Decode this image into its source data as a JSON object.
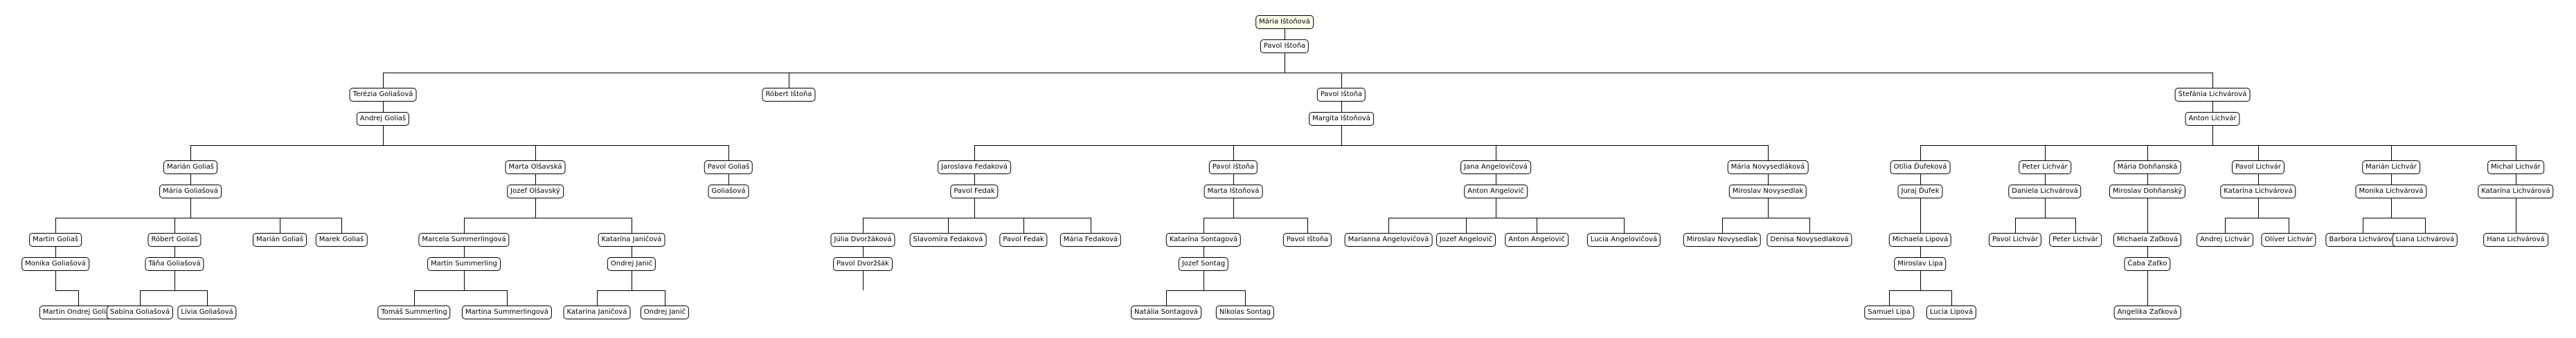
{
  "diagram": {
    "type": "family-tree",
    "colors": {
      "line": "#000000",
      "box_border": "#000000",
      "box_fill": "#ffffff",
      "root_fill": "#fffde8"
    },
    "persons": [
      "Mária Ištoňová",
      "Pavol Ištoňa",
      "Terézia Goliašová",
      "Andrej Goliaš",
      "Róbert Ištoňa",
      "Pavol Ištoňa",
      "Margita Ištoňová",
      "Štefánia Lichvárová",
      "Anton Lichvár",
      "Marián Goliaš",
      "Mária Goliašová",
      "Marta Olšavská",
      "Jozef Olšavský",
      "Pavol Goliaš",
      "Goliašová",
      "Jaroslava Fedaková",
      "Pavol Fedak",
      "Pavol Ištoňa",
      "Marta Ištoňová",
      "Jana Angelovičová",
      "Anton Angelovič",
      "Mária Novysedláková",
      "Miroslav Novysedlak",
      "Otília Ďufeková",
      "Juraj Ďufek",
      "Peter Lichvár",
      "Daniela Lichvárová",
      "Mária Dohňanská",
      "Miroslav Dohňanský",
      "Pavol Lichvár",
      "Katarína Lichvárová",
      "Marián Lichvár",
      "Monika Lichvárová",
      "Michal Lichvár",
      "Katarína Lichvárová",
      "Martin Goliaš",
      "Monika Goliašová",
      "Róbert Goliaš",
      "Táňa Goliašová",
      "Marián Goliaš",
      "Marek Goliaš",
      "Marcela Summerlingová",
      "Martin Summerling",
      "Katarína Janičová",
      "Ondrej Janič",
      "Júlia Dvoržáková",
      "Pavol Dvoržšák",
      "Slavomíra Fedaková",
      "Pavol Fedak",
      "Mária Fedaková",
      "Katarína Sontagová",
      "Jozef Sontag",
      "Pavol Ištoňa",
      "Marianna Angelovičová",
      "Jozef Angelovič",
      "Anton Angelovič",
      "Lucia Angelovičová",
      "Miroslav Novysedlak",
      "Denisa Novysedlaková",
      "Michaela Lipová",
      "Miroslav Lipa",
      "Pavol Lichvár",
      "Peter Lichvár",
      "Michaela Zaťková",
      "Čaba Zaťko",
      "Andrej Lichvár",
      "Oliver Lichvár",
      "Barbora Lichvárová",
      "Liana Lichvárová",
      "Hana Lichvárová",
      "Martin Ondrej Goliaš",
      "Sabína Goliašová",
      "Lívia Goliašová",
      "Tomáš Summerling",
      "Martina Summerlingová",
      "Katarína Janičová",
      "Ondrej Janič",
      "Natália Sontagová",
      "Nikolas Sontag",
      "Samuel Lipa",
      "Lucia Lipová",
      "Angelika Zaťková"
    ]
  }
}
